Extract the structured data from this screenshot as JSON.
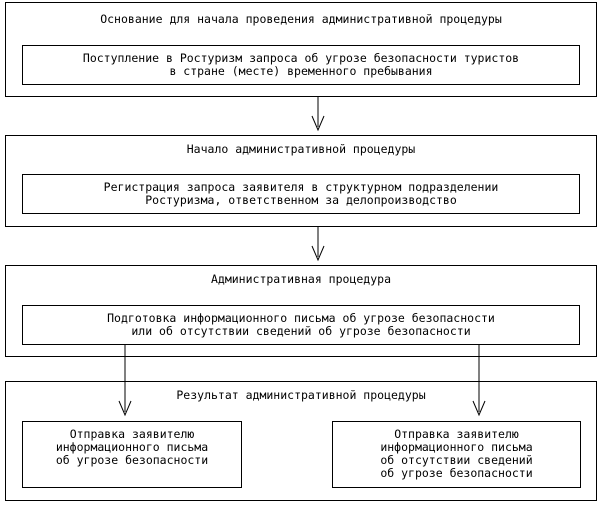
{
  "sections": [
    {
      "title": "Основание для начала проведения административной процедуры",
      "inner": [
        "Поступление в Ростуризм запроса об угрозе безопасности туристов",
        "в стране (месте) временного пребывания"
      ]
    },
    {
      "title": "Начало административной процедуры",
      "inner": [
        "Регистрация запроса заявителя в структурном подразделении",
        "Ростуризма, ответственном за делопроизводство"
      ]
    },
    {
      "title": "Административная процедура",
      "inner": [
        "Подготовка информационного письма об угрозе безопасности",
        "или об отсутствии сведений об угрозе безопасности"
      ]
    },
    {
      "title": "Результат административной процедуры",
      "left": [
        "Отправка заявителю",
        "информационного письма",
        "об угрозе безопасности"
      ],
      "right": [
        "Отправка заявителю",
        "информационного письма",
        "об отсутствии сведений",
        "об угрозе безопасности"
      ]
    }
  ]
}
